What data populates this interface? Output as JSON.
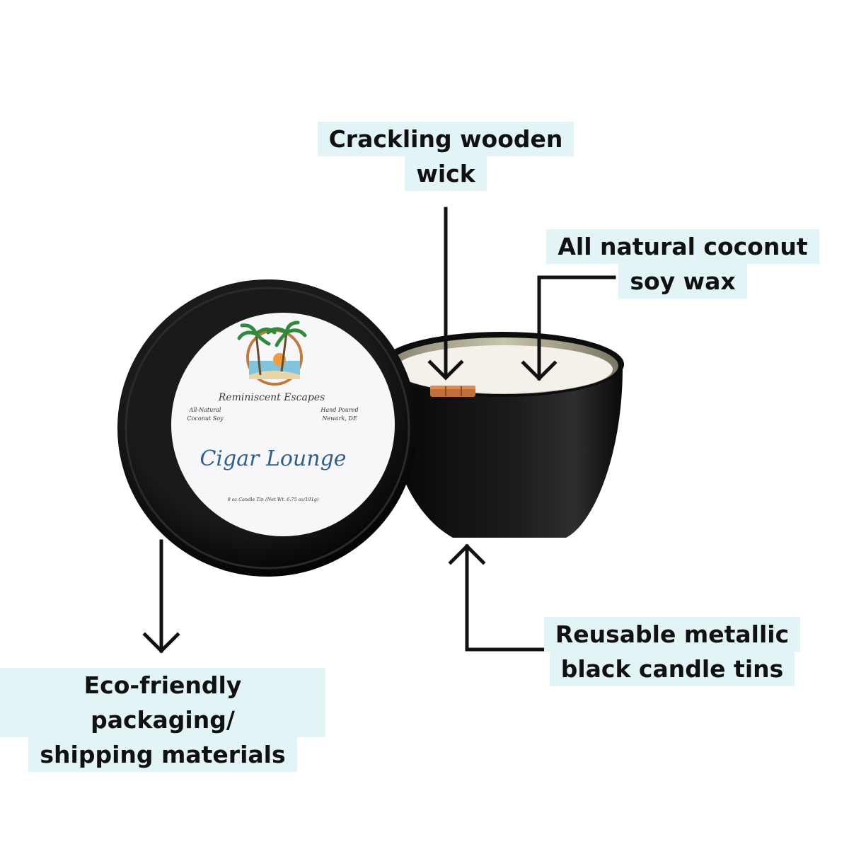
{
  "callouts": {
    "wick": {
      "line1": "Crackling wooden",
      "line2": "wick"
    },
    "wax": {
      "line1": "All natural coconut",
      "line2": "soy wax"
    },
    "packaging": {
      "line1": "Eco-friendly packaging/",
      "line2": "shipping materials"
    },
    "tins": {
      "line1": "Reusable metallic",
      "line2": "black candle tins"
    }
  },
  "lid_label": {
    "brand": "Reminiscent Escapes",
    "left_note_1": "All-Natural",
    "left_note_2": "Coconut Soy",
    "right_note_1": "Hand Poured",
    "right_note_2": "Newark, DE",
    "scent": "Cigar Lounge",
    "fine_print": "8 oz Candle Tin (Net Wt. 6.75 oz/191g)"
  },
  "colors": {
    "callout_bg": "#e2f4f6",
    "tin": "#111111",
    "wax": "#f4f1ea",
    "scent_text": "#2f5f8f"
  },
  "icons": [
    "palm-logo-icon",
    "wooden-wick-icon"
  ]
}
